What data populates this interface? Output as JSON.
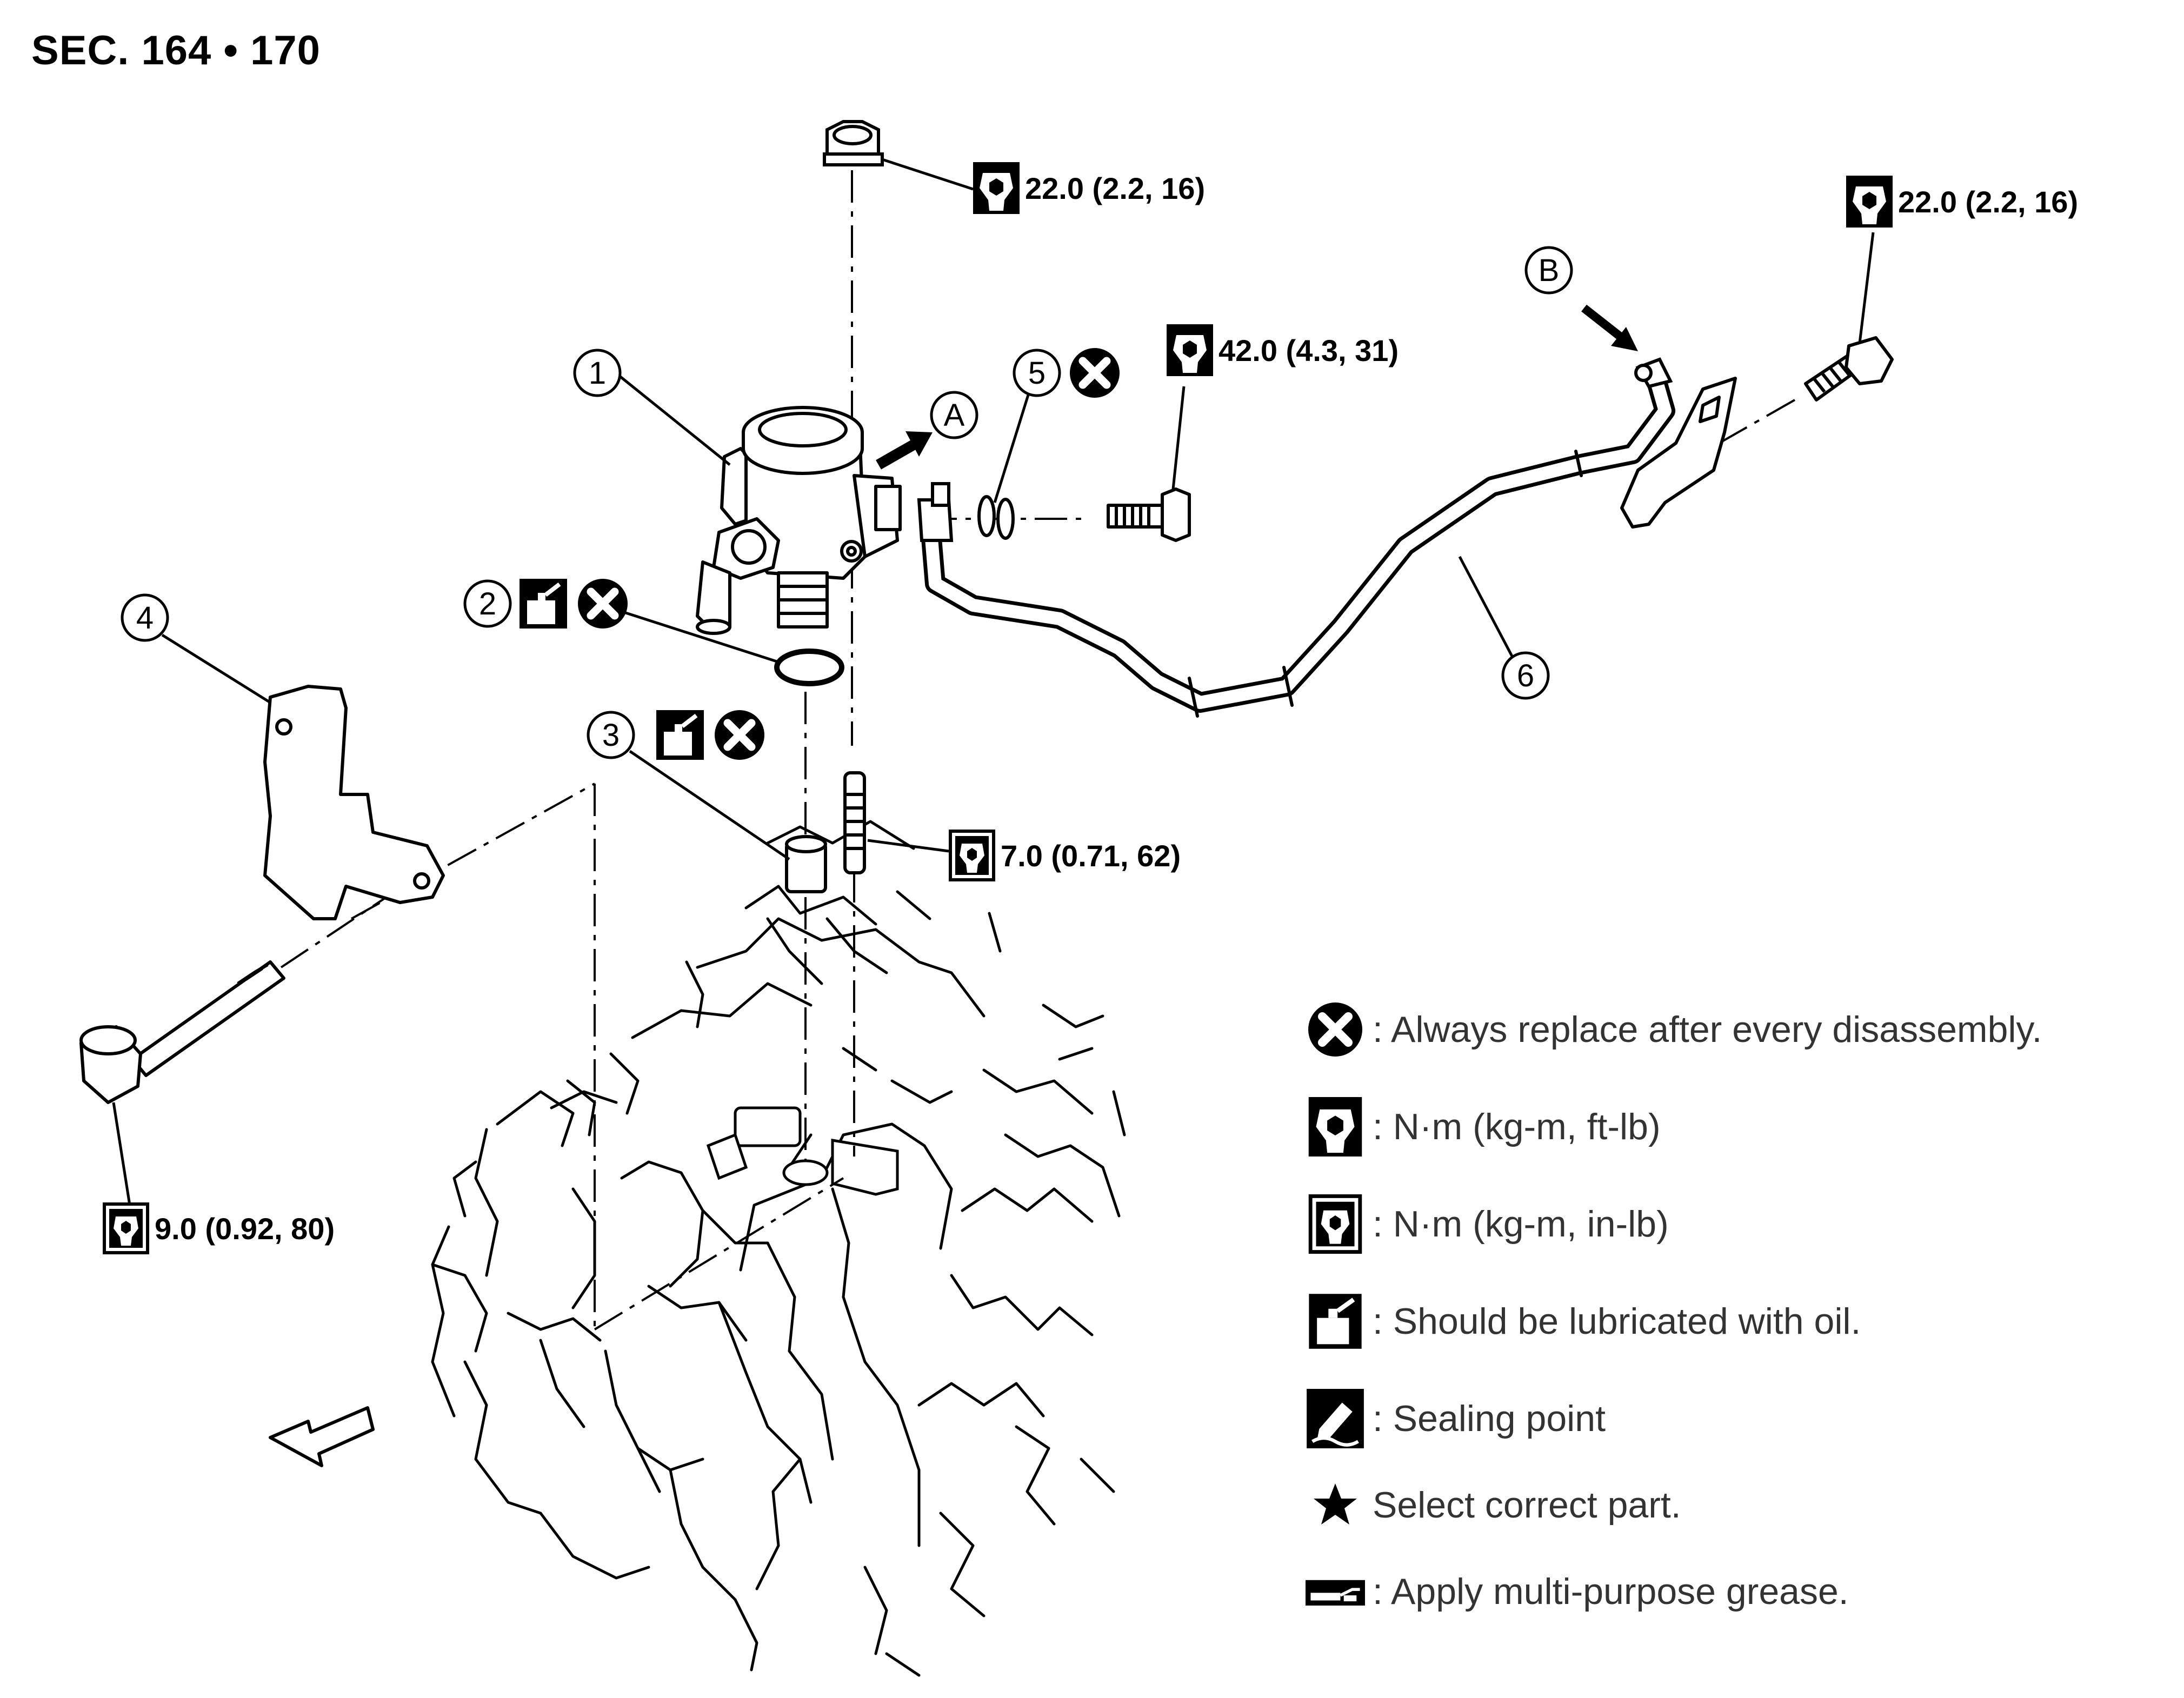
{
  "section": "SEC. 164 • 170",
  "callouts": [
    {
      "num": "1",
      "icons": []
    },
    {
      "num": "2",
      "icons": [
        "oil-lube-icon",
        "replace-x-icon"
      ]
    },
    {
      "num": "3",
      "icons": [
        "oil-lube-icon",
        "replace-x-icon"
      ]
    },
    {
      "num": "4",
      "icons": []
    },
    {
      "num": "5",
      "icons": [
        "replace-x-icon"
      ]
    },
    {
      "num": "6",
      "icons": []
    }
  ],
  "letters": [
    "A",
    "B"
  ],
  "torques": {
    "nut_top": "22.0 (2.2, 16)",
    "bolt_right": "22.0 (2.2, 16)",
    "union_bolt": "42.0 (4.3, 31)",
    "stud": "7.0 (0.71, 62)",
    "bracket_bolt": "9.0 (0.92, 80)"
  },
  "legend": {
    "replace": ": Always replace after every disassembly.",
    "nm_ftlb": ": N·m (kg-m, ft-lb)",
    "nm_inlb": ": N·m (kg-m, in-lb)",
    "oil": ": Should be lubricated with oil.",
    "sealing": ": Sealing point",
    "select": "Select correct part.",
    "grease": ": Apply multi-purpose grease."
  },
  "colors": {
    "ink": "#000000",
    "legend_text": "#333333",
    "background": "#ffffff"
  }
}
